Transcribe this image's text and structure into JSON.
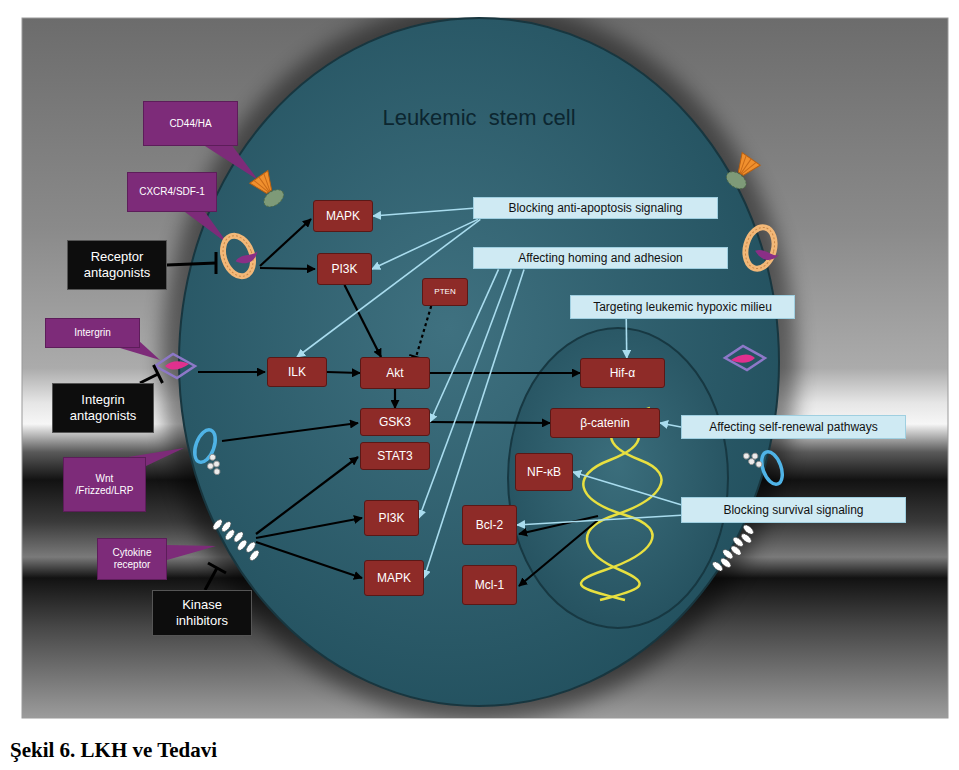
{
  "diagram": {
    "caption": "Şekil 6. LKH ve Tedavi",
    "nodes": [
      {
        "text": [
          "Leukemic  stem cell"
        ]
      },
      {
        "text": [
          "CD44/HA"
        ]
      },
      {
        "text": [
          "CXCR4/SDF-1"
        ]
      },
      {
        "text": [
          "Receptor antagonists"
        ]
      },
      {
        "text": [
          "MAPK"
        ],
        "in": 0
      },
      {
        "text": [
          "PI3K"
        ],
        "in": 0
      },
      {
        "text": [
          "Blocking anti-apoptosis signaling"
        ],
        "in": 0
      },
      {
        "text": [
          "Affecting homing and adhesion"
        ],
        "in": 0
      },
      {
        "text": [
          "PTEN"
        ],
        "in": 0
      },
      {
        "text": [
          "Targeting leukemic hypoxic milieu"
        ]
      },
      {
        "text": [
          "Intergrin"
        ]
      },
      {
        "text": [
          "Integrin antagonists"
        ]
      },
      {
        "text": [
          "ILK"
        ],
        "in": 0
      },
      {
        "text": [
          "Akt"
        ],
        "in": 0
      },
      {
        "text": [
          "Hif-α"
        ],
        "in": 0
      },
      {
        "text": [
          "GSK3"
        ],
        "in": 0
      },
      {
        "text": [
          "β-catenin"
        ],
        "in": 0
      },
      {
        "text": [
          "Affecting self-renewal pathways"
        ]
      },
      {
        "text": [
          "STAT3"
        ],
        "in": 0
      },
      {
        "text": [
          "NF-κB"
        ],
        "in": 0
      },
      {
        "text": [
          "Wnt /Frizzed/LRP"
        ]
      },
      {
        "text": [
          "PI3K"
        ],
        "in": 0
      },
      {
        "text": [
          "Bcl-2"
        ],
        "in": 0
      },
      {
        "text": [
          "Blocking survival signaling"
        ]
      },
      {
        "text": [
          "Cytokine receptor"
        ]
      },
      {
        "text": [
          "MAPK"
        ],
        "in": 0
      },
      {
        "text": [
          "Mcl-1"
        ],
        "in": 0
      },
      {
        "text": [
          "Kinase inhibitors"
        ]
      }
    ],
    "edges": [
      {
        "from": 5,
        "to": 13,
        "arrow": "to"
      },
      {
        "from": 8,
        "to": 13,
        "arrow": "to"
      },
      {
        "from": 12,
        "to": 13,
        "arrow": "to"
      },
      {
        "from": 13,
        "to": 15,
        "arrow": "to"
      },
      {
        "from": 13,
        "to": 14,
        "arrow": "to"
      },
      {
        "from": 15,
        "to": 16,
        "arrow": "to"
      },
      {
        "from": 6,
        "to": 4,
        "arrow": "to"
      },
      {
        "from": 6,
        "to": 5,
        "arrow": "to"
      },
      {
        "from": 6,
        "to": 12,
        "arrow": "to"
      },
      {
        "from": 7,
        "to": 15,
        "arrow": "to"
      },
      {
        "from": 7,
        "to": 21,
        "arrow": "to"
      },
      {
        "from": 7,
        "to": 25,
        "arrow": "to"
      },
      {
        "from": 9,
        "to": 14,
        "arrow": "to"
      },
      {
        "from": 17,
        "to": 16,
        "arrow": "to"
      },
      {
        "from": 23,
        "to": 19,
        "arrow": "to"
      },
      {
        "from": 23,
        "to": 22,
        "arrow": "to"
      }
    ]
  }
}
